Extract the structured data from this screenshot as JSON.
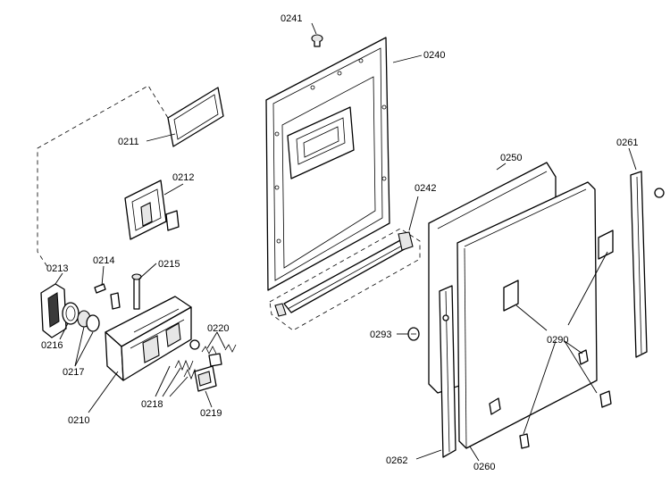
{
  "labels": {
    "p0241": "0241",
    "p0240": "0240",
    "p0211": "0211",
    "p0212": "0212",
    "p0242": "0242",
    "p0250": "0250",
    "p0261": "0261",
    "p0213": "0213",
    "p0214": "0214",
    "p0215": "0215",
    "p0216": "0216",
    "p0217": "0217",
    "p0220": "0220",
    "p0293": "0293",
    "p0290": "0290",
    "p0218": "0218",
    "p0219": "0219",
    "p0210": "0210",
    "p0262": "0262",
    "p0260": "0260"
  }
}
